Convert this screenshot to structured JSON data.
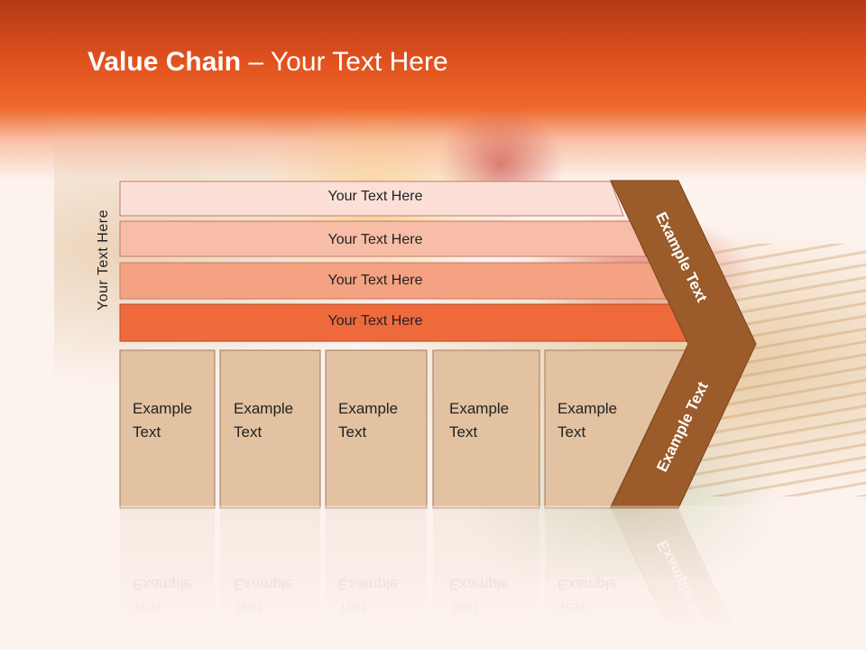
{
  "title": {
    "bold": "Value Chain",
    "rest": " – Your Text Here"
  },
  "side_label": "Your Text Here",
  "bars": [
    {
      "label": "Your Text Here",
      "color": "#fce0d8"
    },
    {
      "label": "Your Text Here",
      "color": "#f8bda7"
    },
    {
      "label": "Your Text Here",
      "color": "#f4a282"
    },
    {
      "label": "Your Text Here",
      "color": "#ee6a3d"
    }
  ],
  "boxes": [
    {
      "line1": "Example",
      "line2": "Text"
    },
    {
      "line1": "Example",
      "line2": "Text"
    },
    {
      "line1": "Example",
      "line2": "Text"
    },
    {
      "line1": "Example",
      "line2": "Text"
    },
    {
      "line1": "Example",
      "line2": "Text"
    }
  ],
  "chevron": {
    "upper_label": "Example Text",
    "lower_label": "Example Text",
    "color": "#9b5b2a"
  },
  "colors": {
    "header": "#e2521f",
    "box_fill": "#e2c2a0",
    "box_stroke": "#9a7b60"
  }
}
